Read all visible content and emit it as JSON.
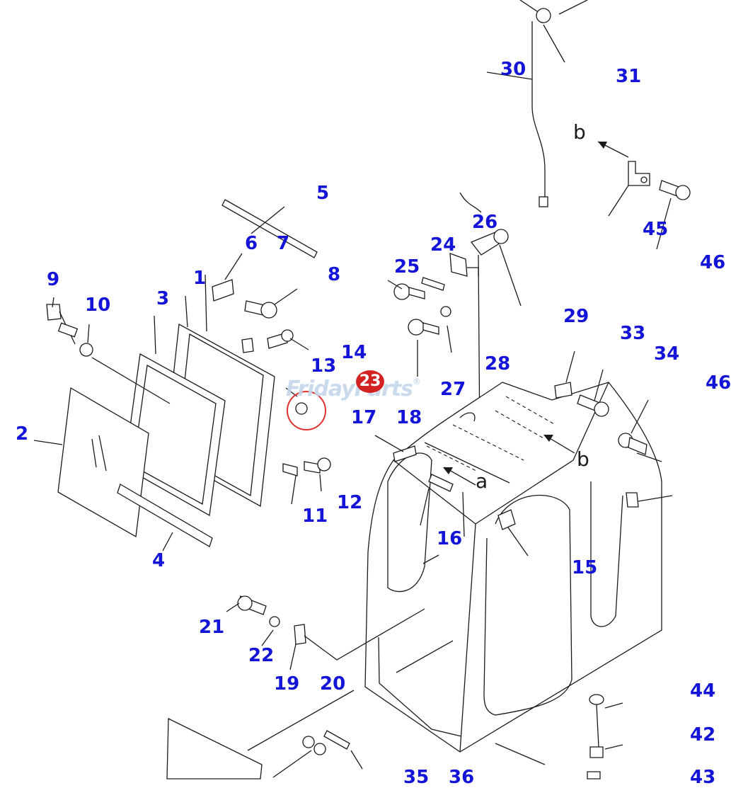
{
  "watermark": "FridayParts",
  "watermark_mark": "®",
  "highlight": {
    "part": "23",
    "color": "#d22222"
  },
  "colors": {
    "label": "#1414d8",
    "line": "#1a1a1a",
    "circle": "#e03030"
  },
  "view_letters": [
    "a",
    "b",
    "b"
  ],
  "labels": {
    "l1": "1",
    "l2": "2",
    "l3": "3",
    "l4": "4",
    "l5": "5",
    "l6": "6",
    "l7": "7",
    "l8": "8",
    "l9": "9",
    "l10": "10",
    "l11": "11",
    "l12": "12",
    "l13": "13",
    "l14": "14",
    "l15": "15",
    "l16": "16",
    "l17": "17",
    "l18": "18",
    "l19": "19",
    "l20": "20",
    "l21": "21",
    "l22": "22",
    "l24": "24",
    "l25": "25",
    "l26": "26",
    "l27": "27",
    "l28": "28",
    "l29": "29",
    "l30": "30",
    "l31": "31",
    "l33": "33",
    "l34": "34",
    "l35": "35",
    "l36": "36",
    "l42": "42",
    "l43": "43",
    "l44": "44",
    "l45": "45",
    "l46a": "46",
    "l46b": "46"
  }
}
